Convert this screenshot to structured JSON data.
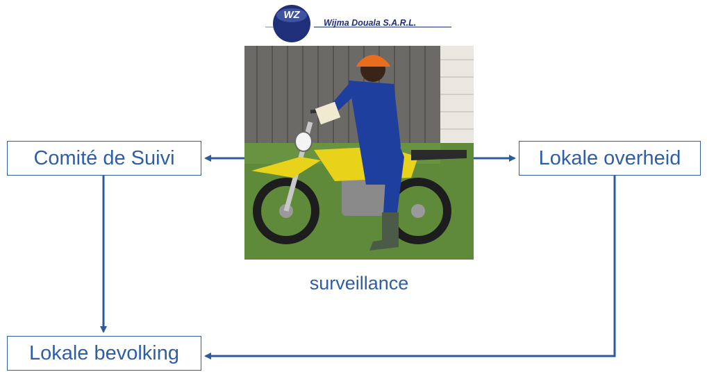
{
  "logo": {
    "mark": "WZ",
    "company": "Wijma Douala S.A.R.L."
  },
  "photo": {
    "subject": "person-on-motorcycle-photo"
  },
  "nodes": {
    "comite": "Comité de Suivi",
    "overheid": "Lokale overheid",
    "bevolking": "Lokale bevolking",
    "center_caption": "surveillance"
  },
  "colors": {
    "accent": "#2e5ea8",
    "line": "#2c5a9a"
  }
}
